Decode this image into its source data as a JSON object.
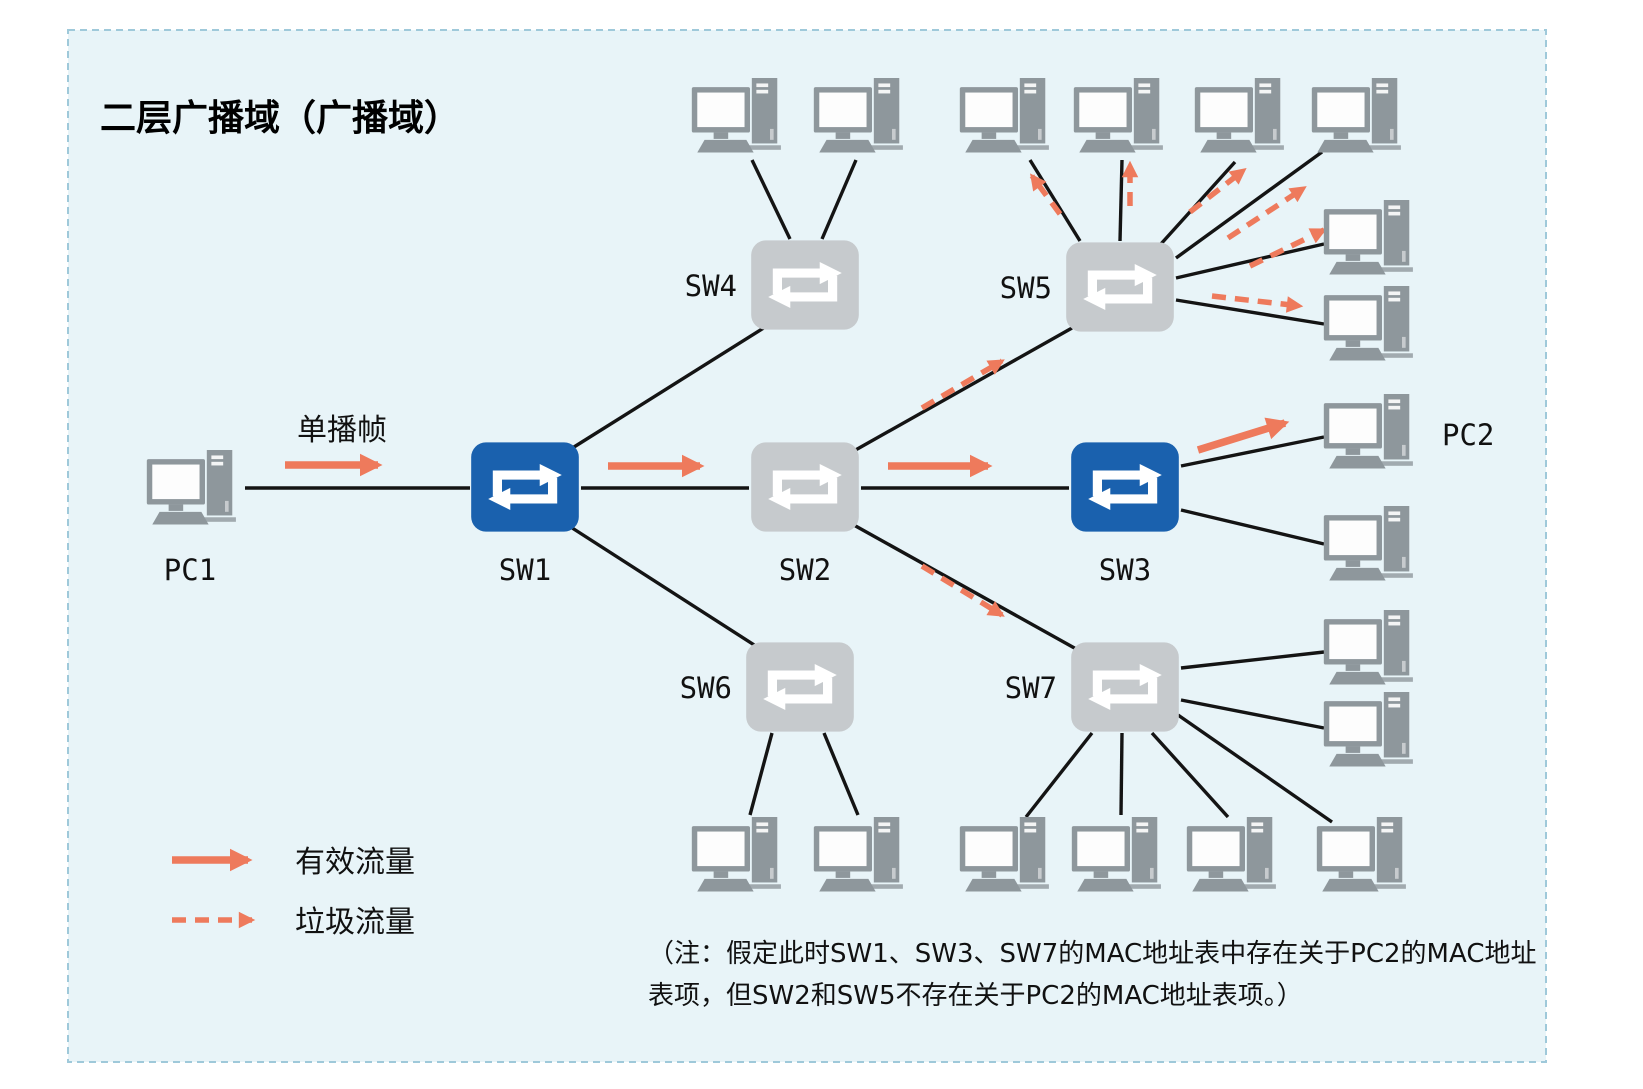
{
  "title": "二层广播域（广播域）",
  "annotations": {
    "unicast_frame": "单播帧",
    "note_line1": "（注：假定此时SW1、SW3、SW7的MAC地址表中存在关于PC2的MAC地址",
    "note_line2": "表项，但SW2和SW5不存在关于PC2的MAC地址表项。）"
  },
  "legend": {
    "valid_traffic": "有效流量",
    "garbage_traffic": "垃圾流量"
  },
  "nodes": {
    "pc1": "PC1",
    "pc2": "PC2",
    "sw1": "SW1",
    "sw2": "SW2",
    "sw3": "SW3",
    "sw4": "SW4",
    "sw5": "SW5",
    "sw6": "SW6",
    "sw7": "SW7"
  },
  "colors": {
    "panel_bg": "#e8f4f8",
    "panel_border": "#9fc9da",
    "switch_blue": "#1a61ae",
    "switch_gray": "#c6cacd",
    "arrow_red": "#ee7a5c",
    "line_black": "#141414",
    "pc_gray": "#8e979c"
  }
}
